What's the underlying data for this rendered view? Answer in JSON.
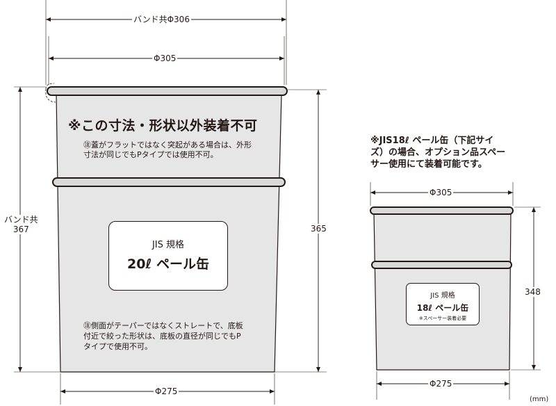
{
  "dimensions": {
    "band_diameter": "バンド共Φ306",
    "outer_diameter": "Φ305",
    "band_height_line1": "バンド共",
    "band_height_line2": "367",
    "height": "365",
    "bottom_diameter": "Φ275",
    "small_top_diameter": "Φ305",
    "small_height": "348",
    "small_bottom_diameter": "Φ275",
    "unit": "(mm)"
  },
  "large_pail": {
    "warning_title": "※この寸法・形状以外装着不可",
    "note1_line1": "㊟蓋がフラットではなく突起がある場合は、外形",
    "note1_line2": "寸法が同じでもPタイプでは使用不可。",
    "label_line1": "JIS 規格",
    "label_line2": "20ℓ ペール缶",
    "note2_line1": "㊟側面がテーパーではなくストレートで、底板",
    "note2_line2": "付近で絞った形状は、底板の直径が同じでもP",
    "note2_line3": "タイプで使用不可。"
  },
  "small_pail": {
    "heading_line1": "※JIS18ℓ ペール缶（下記サイ",
    "heading_line2": "ズ）の場合、オプション品スペー",
    "heading_line3": "サー使用にて装着可能です。",
    "label_line1": "JIS 規格",
    "label_line2": "18ℓ ペール缶",
    "label_line3": "※スペーサー装着必要"
  }
}
